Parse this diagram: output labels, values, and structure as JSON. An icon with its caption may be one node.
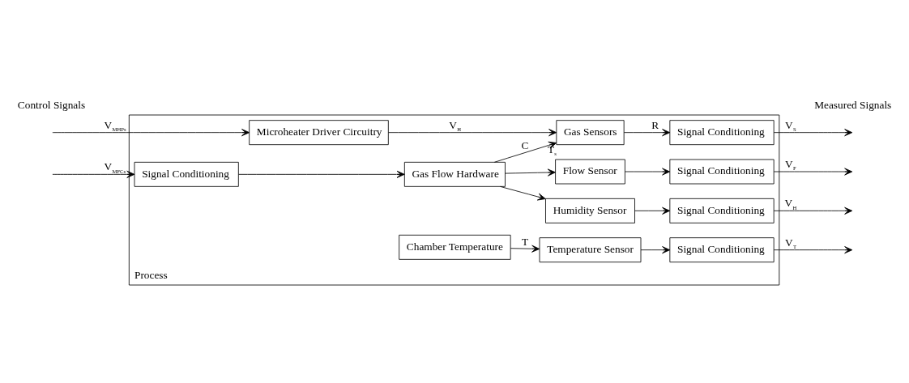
{
  "diagram": {
    "nodes": [
      {
        "text": [
          "Process"
        ]
      },
      {
        "text": [
          "Signal Conditioning"
        ],
        "in": 0
      },
      {
        "text": [
          "Gas Flow Hardware"
        ],
        "in": 0
      },
      {
        "text": [
          "Gas Sensors"
        ],
        "in": 0,
        "beside": [
          "T$_{s}$"
        ]
      },
      {
        "text": [
          "Signal Conditioning"
        ],
        "in": 0
      },
      {
        "text": [
          "Microheater Driver Circuitry"
        ],
        "in": 0
      },
      {
        "text": [
          "Flow Sensor"
        ],
        "in": 0
      },
      {
        "text": [
          "Signal Conditioning"
        ],
        "in": 0
      },
      {
        "text": [
          "Humidity Sensor"
        ],
        "in": 0
      },
      {
        "text": [
          "Signal Conditioning"
        ],
        "in": 0
      },
      {
        "text": [
          "Chamber Temperature"
        ],
        "in": 0
      },
      {
        "text": [
          "Temperature Sensor"
        ],
        "in": 0
      },
      {
        "text": [
          "Signal Conditioning"
        ],
        "in": 0
      }
    ],
    "edges": [
      {
        "from": null,
        "to": 1,
        "arrow": "to",
        "label": "V$_{MFCs}$"
      },
      {
        "from": 1,
        "to": 2,
        "arrow": "to"
      },
      {
        "from": 2,
        "to": 3,
        "arrow": "to",
        "label": "C"
      },
      {
        "from": 2,
        "to": 6,
        "arrow": "to"
      },
      {
        "from": 2,
        "to": 8,
        "arrow": "to"
      },
      {
        "from": null,
        "to": 5,
        "arrow": "to",
        "label": "V$_{MHPs}$"
      },
      {
        "from": 5,
        "to": 3,
        "arrow": "to",
        "label": "V$_{H}$"
      },
      {
        "from": 3,
        "to": 4,
        "arrow": "to",
        "label": "R"
      },
      {
        "from": 6,
        "to": 7,
        "arrow": "to"
      },
      {
        "from": 8,
        "to": 9,
        "arrow": "to"
      },
      {
        "from": 10,
        "to": 11,
        "arrow": "to",
        "label": "T"
      },
      {
        "from": 4,
        "to": null,
        "arrow": "to",
        "label": "V$_{S}$"
      },
      {
        "from": 7,
        "to": null,
        "arrow": "to",
        "label": "V$_{F}$"
      },
      {
        "from": 9,
        "to": null,
        "arrow": "to",
        "label": "V$_{H}$"
      },
      {
        "from": 12,
        "to": null,
        "arrow": "to",
        "label": "V$_{T}$"
      },
      {
        "from": 11,
        "to": 12,
        "arrow": "to"
      }
    ],
    "labels": [
      "Control Signals",
      "Measured Signals"
    ]
  }
}
